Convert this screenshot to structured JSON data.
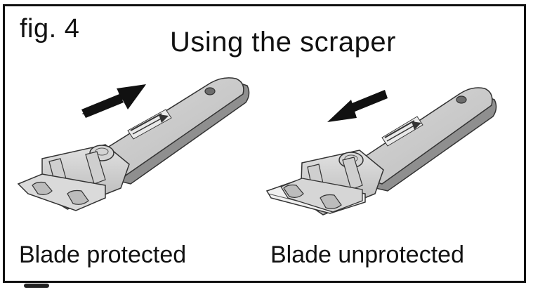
{
  "figure": {
    "label": "fig. 4",
    "title": "Using the scraper"
  },
  "panels": [
    {
      "caption": "Blade protected",
      "arrow": "forward",
      "blade": "retracted"
    },
    {
      "caption": "Blade unprotected",
      "arrow": "backward",
      "blade": "exposed"
    }
  ],
  "colors": {
    "frame": "#111111",
    "tool_body": "#c9c9c9",
    "tool_shadow": "#8a8a8a",
    "arrow": "#111111"
  }
}
